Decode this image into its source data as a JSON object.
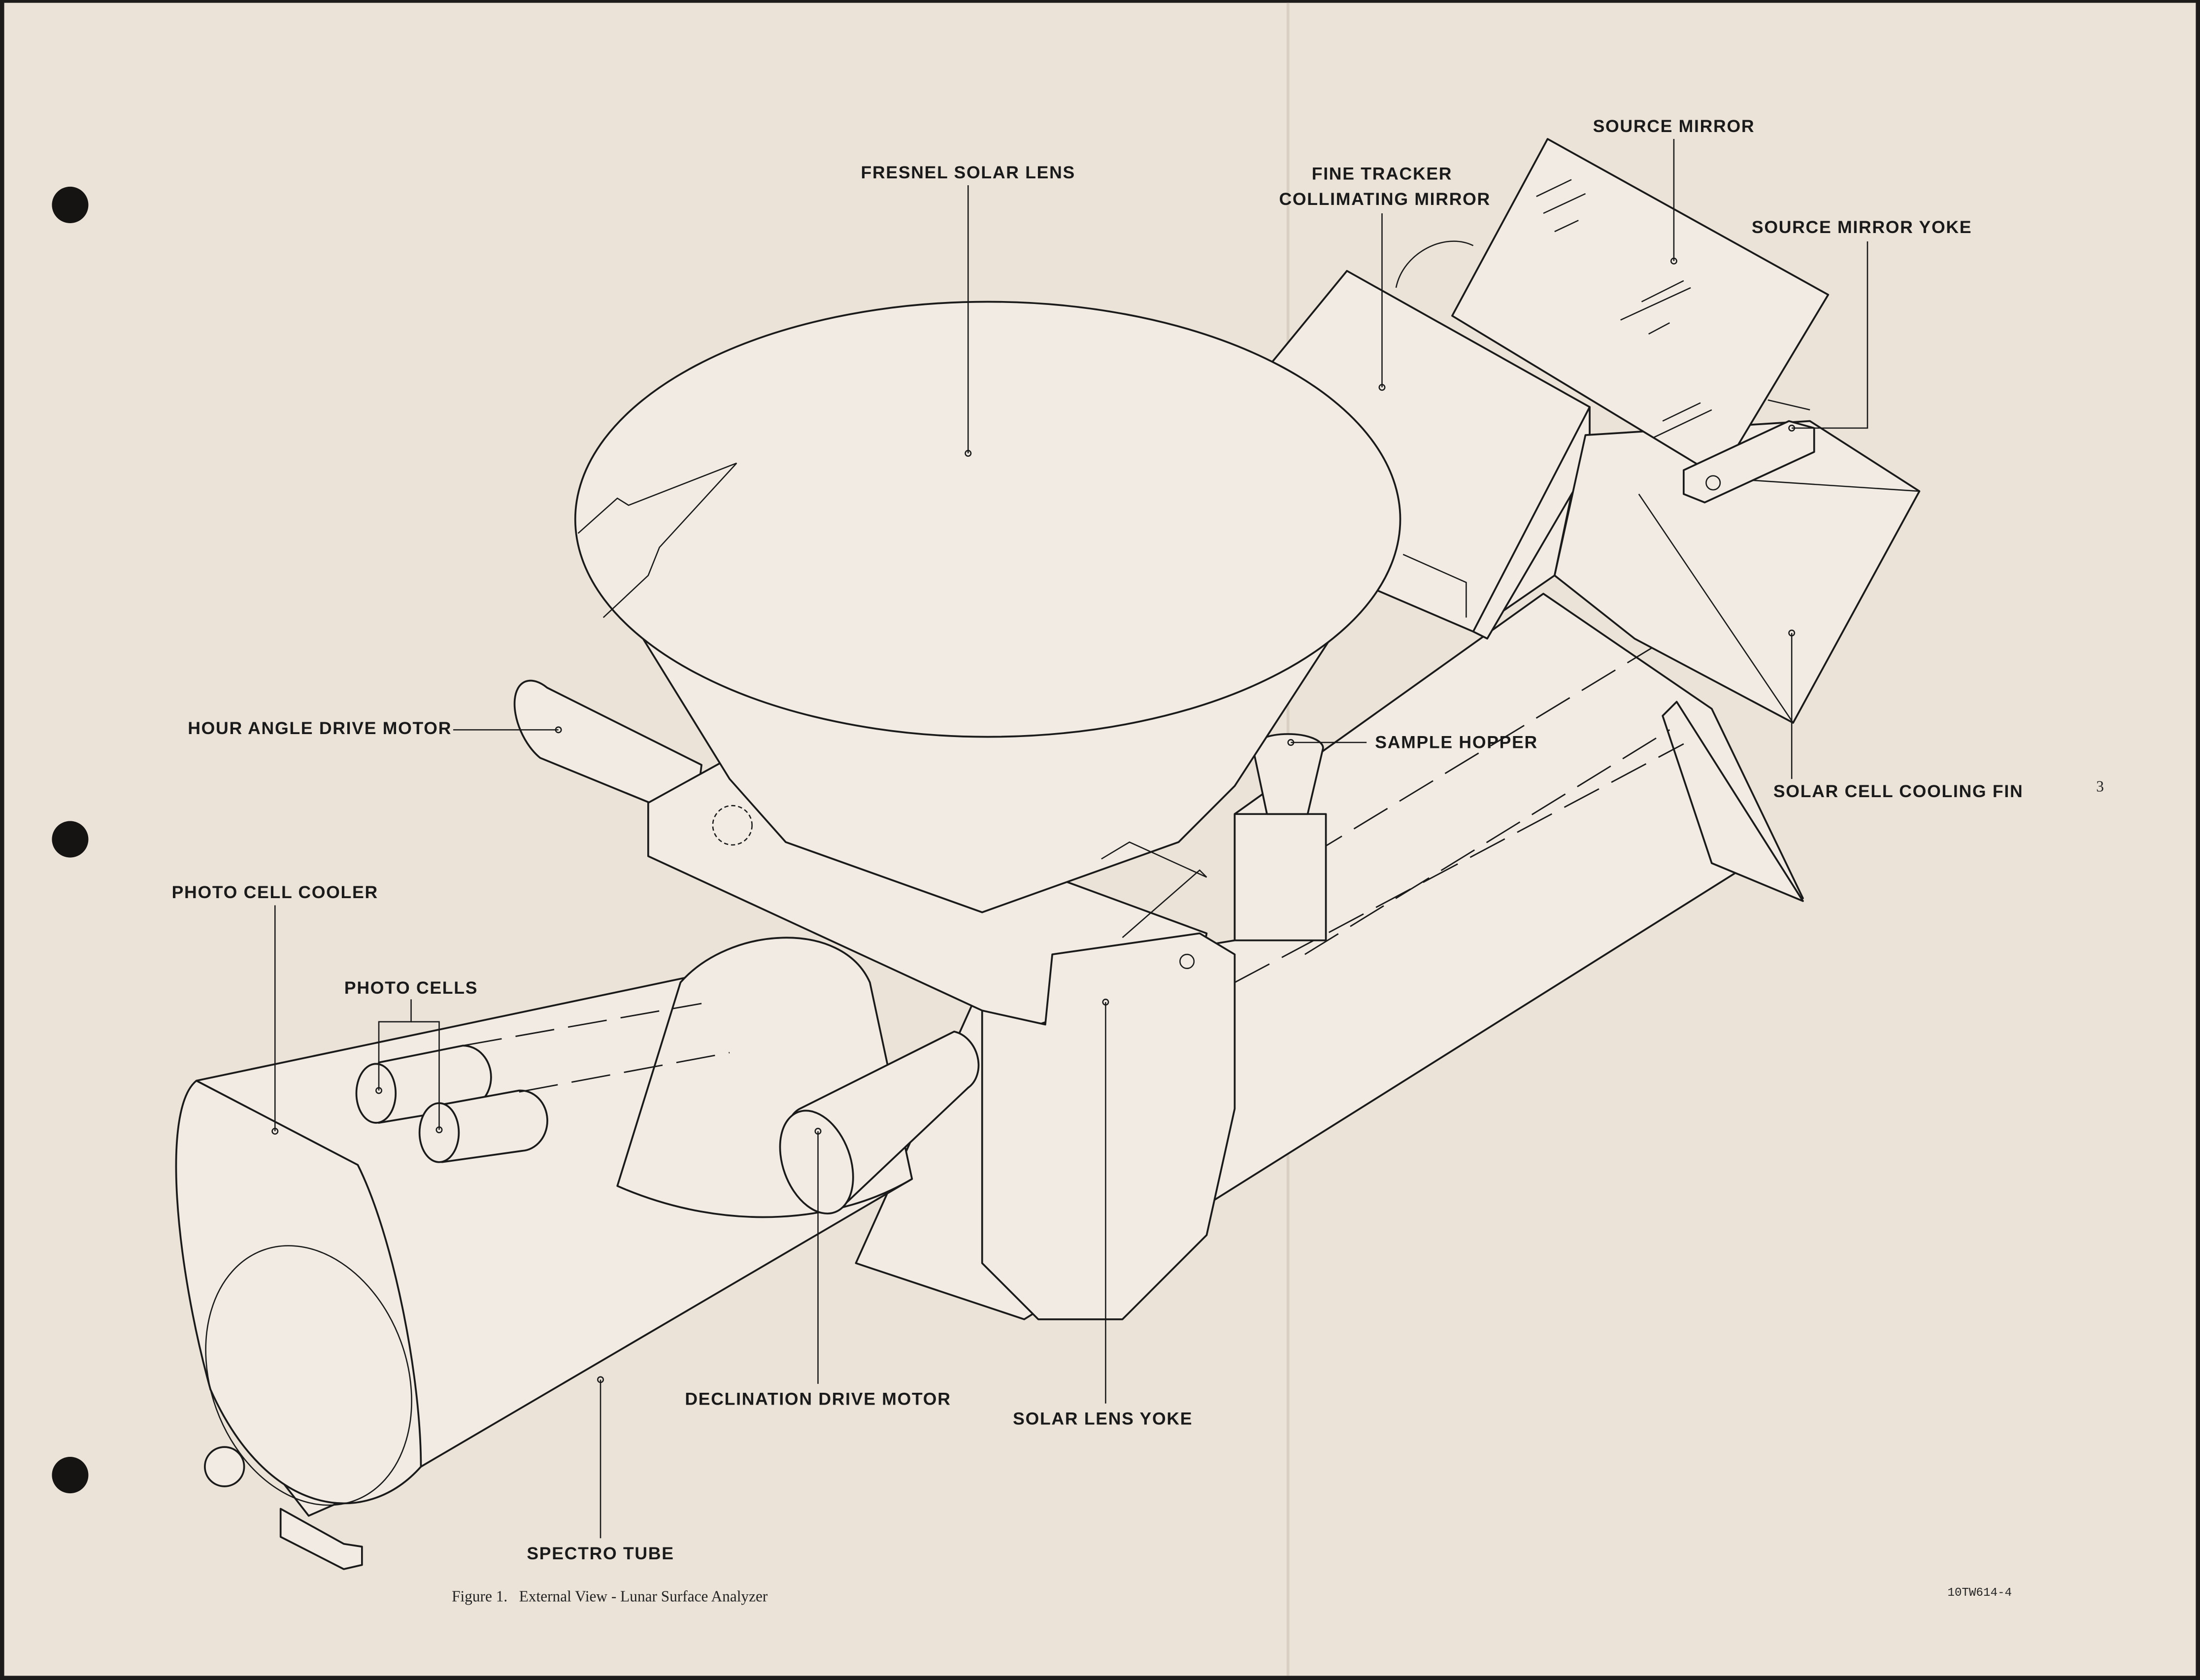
{
  "figure": {
    "caption": "Figure 1.   External View - Lunar Surface Analyzer",
    "page_number": "3",
    "drawing_code": "10TW614-4"
  },
  "labels": {
    "fresnel_solar_lens": "FRESNEL SOLAR LENS",
    "fine_tracker_line1": "FINE TRACKER",
    "fine_tracker_line2": "COLLIMATING MIRROR",
    "source_mirror": "SOURCE MIRROR",
    "source_mirror_yoke": "SOURCE MIRROR YOKE",
    "hour_angle_drive_motor": "HOUR ANGLE DRIVE MOTOR",
    "sample_hopper": "SAMPLE HOPPER",
    "solar_cell_cooling_fin": "SOLAR CELL COOLING FIN",
    "photo_cell_cooler": "PHOTO CELL COOLER",
    "photo_cells": "PHOTO CELLS",
    "declination_drive_motor": "DECLINATION DRIVE MOTOR",
    "solar_lens_yoke": "SOLAR LENS YOKE",
    "spectro_tube": "SPECTRO TUBE"
  },
  "colors": {
    "paper": "#ebe3d8",
    "ink": "#1a1a1a"
  }
}
